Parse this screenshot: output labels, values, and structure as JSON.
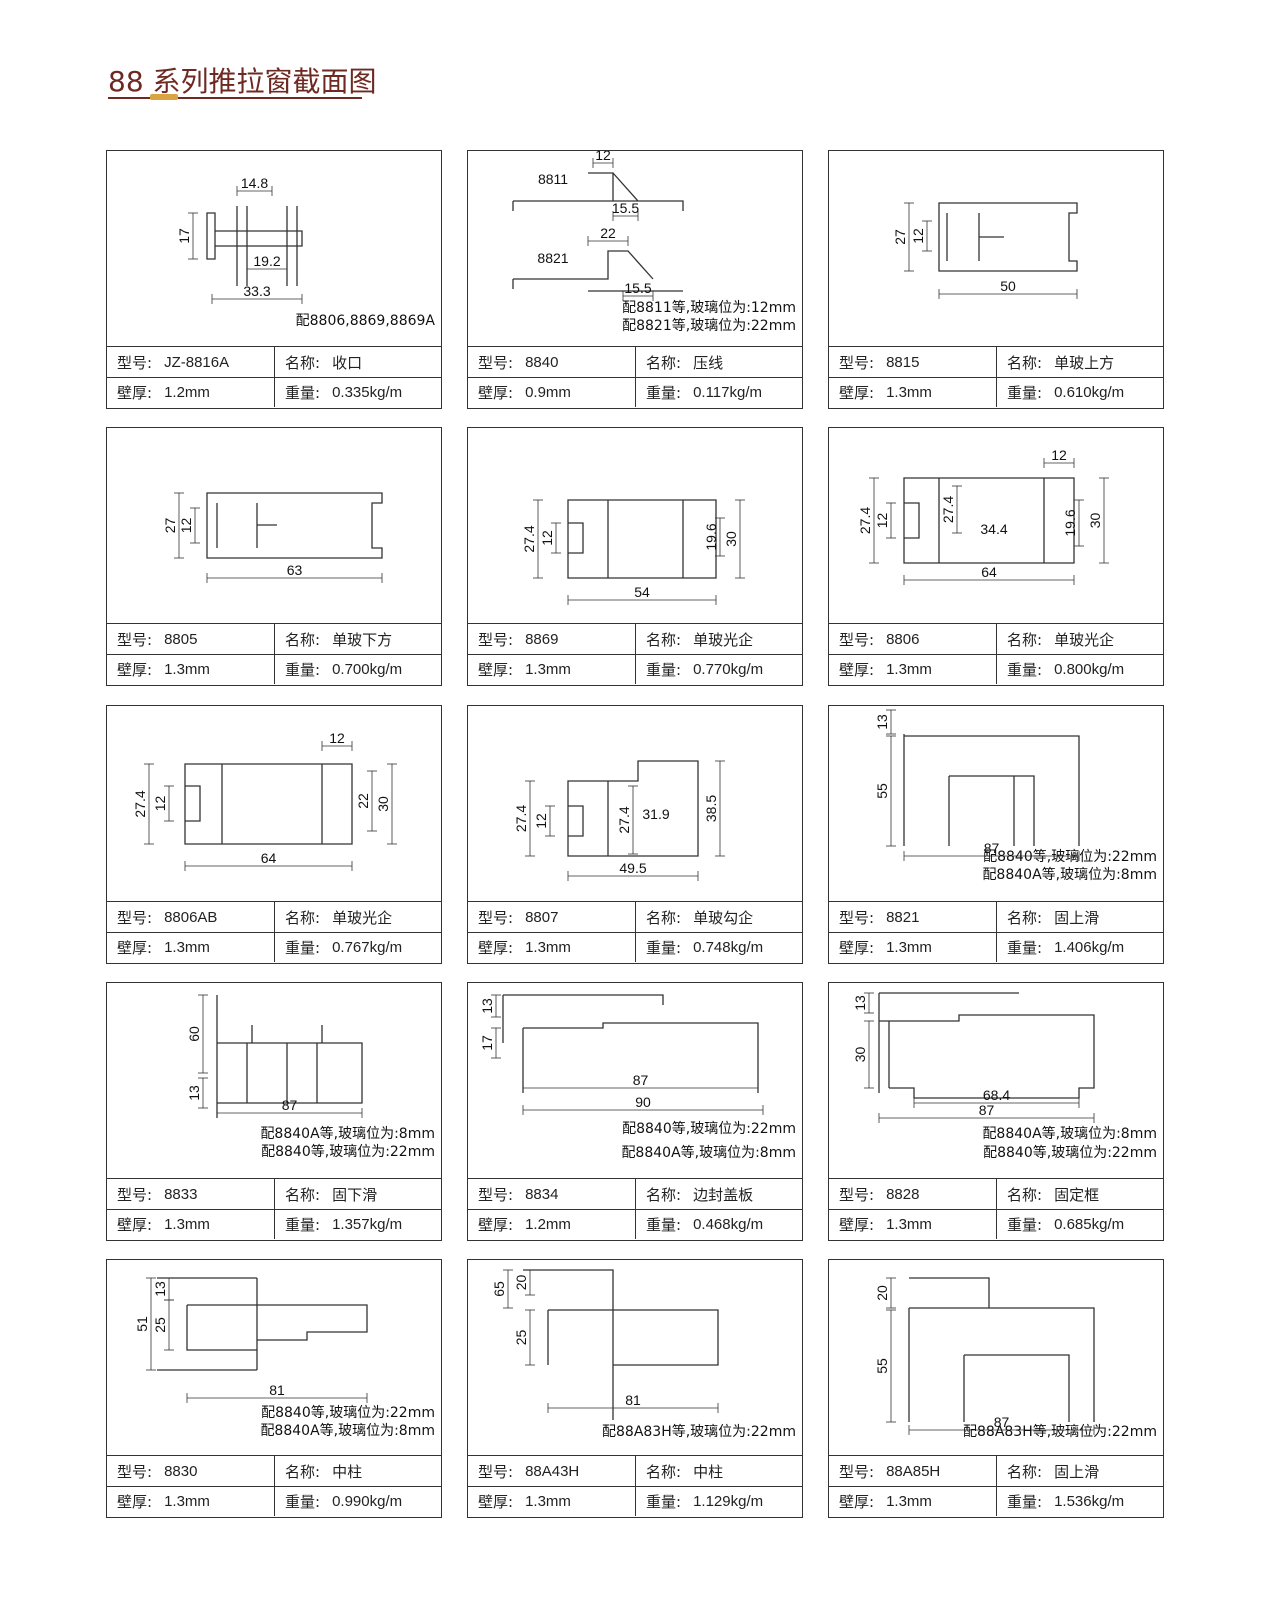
{
  "page": {
    "title": "88 系列推拉窗截面图"
  },
  "labels": {
    "model": "型号:",
    "name": "名称:",
    "thickness": "壁厚:",
    "weight": "重量:"
  },
  "profiles": [
    {
      "model": "JZ-8816A",
      "name": "收口",
      "thickness": "1.2mm",
      "weight": "0.335kg/m",
      "notes": [
        "配8806,8869,8869A"
      ],
      "dims": [
        "14.8",
        "17",
        "19.2",
        "33.3"
      ]
    },
    {
      "model": "8840",
      "name": "压线",
      "thickness": "0.9mm",
      "weight": "0.117kg/m",
      "notes": [
        "配8811等,玻璃位为:12mm",
        "配8821等,玻璃位为:22mm"
      ],
      "dims": [
        "8811",
        "12",
        "15.5",
        "8821",
        "22",
        "15.5"
      ]
    },
    {
      "model": "8815",
      "name": "单玻上方",
      "thickness": "1.3mm",
      "weight": "0.610kg/m",
      "notes": [],
      "dims": [
        "27",
        "12",
        "50"
      ]
    },
    {
      "model": "8805",
      "name": "单玻下方",
      "thickness": "1.3mm",
      "weight": "0.700kg/m",
      "notes": [],
      "dims": [
        "27",
        "12",
        "63"
      ]
    },
    {
      "model": "8869",
      "name": "单玻光企",
      "thickness": "1.3mm",
      "weight": "0.770kg/m",
      "notes": [],
      "dims": [
        "27.4",
        "12",
        "19.6",
        "30",
        "54"
      ]
    },
    {
      "model": "8806",
      "name": "单玻光企",
      "thickness": "1.3mm",
      "weight": "0.800kg/m",
      "notes": [],
      "dims": [
        "12",
        "27.4",
        "12",
        "27.4",
        "34.4",
        "19.6",
        "30",
        "64"
      ]
    },
    {
      "model": "8806AB",
      "name": "单玻光企",
      "thickness": "1.3mm",
      "weight": "0.767kg/m",
      "notes": [],
      "dims": [
        "12",
        "27.4",
        "12",
        "22",
        "30",
        "64"
      ]
    },
    {
      "model": "8807",
      "name": "单玻勾企",
      "thickness": "1.3mm",
      "weight": "0.748kg/m",
      "notes": [],
      "dims": [
        "27.4",
        "12",
        "27.4",
        "31.9",
        "38.5",
        "49.5"
      ]
    },
    {
      "model": "8821",
      "name": "固上滑",
      "thickness": "1.3mm",
      "weight": "1.406kg/m",
      "notes": [
        "配8840等,玻璃位为:22mm",
        "配8840A等,玻璃位为:8mm"
      ],
      "dims": [
        "13",
        "55",
        "87"
      ]
    },
    {
      "model": "8833",
      "name": "固下滑",
      "thickness": "1.3mm",
      "weight": "1.357kg/m",
      "notes": [
        "配8840A等,玻璃位为:8mm",
        "配8840等,玻璃位为:22mm"
      ],
      "dims": [
        "60",
        "13",
        "87"
      ]
    },
    {
      "model": "8834",
      "name": "边封盖板",
      "thickness": "1.2mm",
      "weight": "0.468kg/m",
      "notes": [
        "配8840等,玻璃位为:22mm",
        "配8840A等,玻璃位为:8mm"
      ],
      "dims": [
        "13",
        "17",
        "87",
        "90"
      ]
    },
    {
      "model": "8828",
      "name": "固定框",
      "thickness": "1.3mm",
      "weight": "0.685kg/m",
      "notes": [
        "配8840A等,玻璃位为:8mm",
        "配8840等,玻璃位为:22mm"
      ],
      "dims": [
        "13",
        "30",
        "68.4",
        "87"
      ]
    },
    {
      "model": "8830",
      "name": "中柱",
      "thickness": "1.3mm",
      "weight": "0.990kg/m",
      "notes": [
        "配8840等,玻璃位为:22mm",
        "配8840A等,玻璃位为:8mm"
      ],
      "dims": [
        "13",
        "51",
        "25",
        "81"
      ]
    },
    {
      "model": "88A43H",
      "name": "中柱",
      "thickness": "1.3mm",
      "weight": "1.129kg/m",
      "notes": [
        "配88A83H等,玻璃位为:22mm"
      ],
      "dims": [
        "20",
        "65",
        "25",
        "81"
      ]
    },
    {
      "model": "88A85H",
      "name": "固上滑",
      "thickness": "1.3mm",
      "weight": "1.536kg/m",
      "notes": [
        "配88A83H等,玻璃位为:22mm"
      ],
      "dims": [
        "20",
        "55",
        "87"
      ]
    }
  ]
}
